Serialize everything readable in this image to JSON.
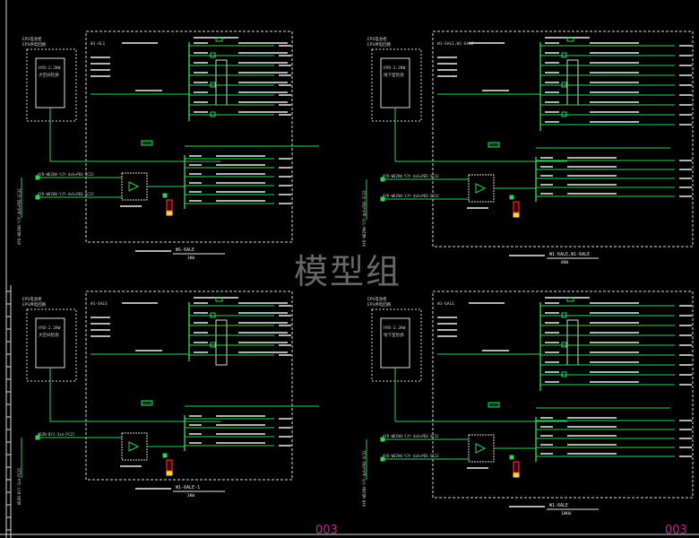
{
  "watermark": "模型组",
  "sheet_numbers": [
    "003",
    "003"
  ],
  "colors": {
    "background": "#000000",
    "frame": "#d8d8d8",
    "circuit": "#2fd25a",
    "text": "#d0d0d0",
    "label": "#e8e8e8",
    "highlight": "#ff3a3a",
    "accent": "#ffd23a",
    "sheet": "#b0308a"
  },
  "panels": [
    {
      "id": "panel-1",
      "incoming": [
        "AYD-WDZAN-YJY-4x6+PE6-SC32",
        "AYD-WDZAN-YJY-4x6+PE6-SC32"
      ],
      "eps": [
        "EPS电池柜",
        "EPS供电回路"
      ],
      "eps_box": [
        "HYD-2.2KW",
        "大空间检测"
      ],
      "main_label": "W1-AL1",
      "footer_title": "WS-6ALE",
      "footer_code": "3KW",
      "upper_circuits": 8,
      "lower_circuits": 6
    },
    {
      "id": "panel-2",
      "incoming": [
        "AYD-WDZAN-YJY-4x6+PE6-SC32",
        "AYD-WDZAN-YJY-4x6+PE6-SC32"
      ],
      "eps": [
        "EPS电池柜",
        "EPS供电回路"
      ],
      "eps_box": [
        "HYD-2.2KW",
        "地下室检测"
      ],
      "main_label": "W1-6ALE,W1-6ALE",
      "footer_title": "W1-6ALE,W1-6ALE",
      "footer_code": "8KW",
      "upper_circuits": 9,
      "lower_circuits": 5
    },
    {
      "id": "panel-3",
      "incoming": [
        "WDZN-BYJ-3x4-PC25"
      ],
      "eps": [
        "EPS电池柜",
        "EPS供电回路"
      ],
      "eps_box": [
        "HYD-2.2KW",
        "大空间检测"
      ],
      "main_label": "W1-6ALE",
      "footer_title": "W1-6ALE-1",
      "footer_code": "3KW",
      "upper_circuits": 6,
      "lower_circuits": 4
    },
    {
      "id": "panel-4",
      "incoming": [
        "AYD-WDZAN-YJY-4x6+PE6-SC32",
        "AYD-WDZAN-YJY-4x6+PE6-SC32"
      ],
      "eps": [
        "EPS电池柜",
        "EPS供电回路"
      ],
      "eps_box": [
        "HYD-2.2KW",
        "地下室检测"
      ],
      "main_label": "W1-6ALE",
      "footer_title": "W1-6ALE",
      "footer_code": "10KW",
      "upper_circuits": 9,
      "lower_circuits": 5
    }
  ]
}
